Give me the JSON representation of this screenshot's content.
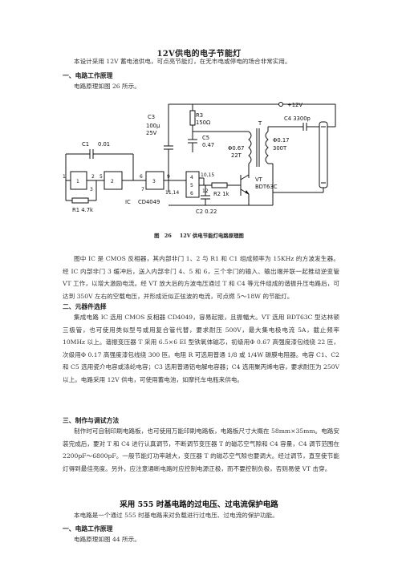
{
  "doc": {
    "title": "12V供电的电子节能灯",
    "intro": "本设计采用 12V 蓄电池供电，可点亮节能灯，在无市电或停电的场合非常实用。",
    "s1_heading": "一、电路工作原理",
    "s1_line": "电路原理如图 26 所示。",
    "figure_caption_num": "图　26",
    "figure_caption_text": "12V 供电节能灯电路原理图",
    "para1": "图中 IC 是 CMOS 反相器，其内部非门 1、2 与 R1 和 C1 组成频率为 15KHz 的方波发生器。经 IC 内部非门 3 缓冲后，送入内部非门 4、5 和 6，三个非门的输入、输出端并联一起推动逆变管 VT 工作，以增大激励电流。经 VT 放大后的方波电压通过 T 和 C4 等元件组成的谐振升压电路后，可达到 350V 左右的空载电压，并形成近似正弦波的电流，可点燃 5～18W 的节能灯。",
    "s2_heading": "二、元器件选择",
    "para2": "集成电路 IC 选用 CMOS 反相器 CD4049，容易起振，且振幅大。VT 选用 BDT63C 型达林顿三极管，也可使用类似型号或用复合管代替，要求耐压 500V，最大集电极电流 5A，截止频率 10MHz 以上。谐振变压器 T 采用 6.5×6 EI 型铁氧体磁芯，初级用Φ 0.67 高强度漆包线绕 22 匝，次级用Φ 0.17 高强度漆包线绕 300 匝。电阻 R 可选用普通 1/8 或 1/4W 碳膜电阻器。电容 C1、C2 和 C5 选用瓷介电容或涤纶电容；C3 选用普通铝电解电容器；C4 选用聚丙烯电容，要求耐压为 250V 以上。电路采用 12V 供电，可使用蓄电池，如摩托车电瓶来供电。",
    "s3_heading": "三、制作与调试方法",
    "para3": "制作时可自制印刷电路板，也可使用万能印刷电路板，电路板尺寸大概在 58mm×35mm。电路安装完成后，要对 T 和 C4 进行认真调节，不断调节变压器 T 的磁芯空气隙和 C4 容量，C4 调节范围在 2200pF～6800pF。一般节能灯功率越大，变压器 T 的磁芯空气隙也要调大。经过调节，直至使节能灯得到最佳亮度。另外，应注意通断电路时应控制电源正极，而不要控制负极，否则易使 VT 击穿。",
    "title2": "采用 555 时基电路的过电压、过电流保护电路",
    "intro2": "本电路是一个通过 555 时基电路来对负载进行过电压、过电流的保护功能。",
    "s1b_heading": "一、电路工作原理",
    "s1b_line": "电路原理如图 44 所示。"
  },
  "circuit": {
    "labels": {
      "c1": "C1",
      "c1_val": "0.01",
      "r1": "R1 4.7k",
      "ic": "IC",
      "ic_part": "CD4049",
      "r3": "R3",
      "r3_val": "150Ω",
      "c3": "C3",
      "c3_val1": "100μ",
      "c3_val2": "25V",
      "c5": "C5",
      "c5_val": "0.47",
      "t_pri": "Φ0.67",
      "t_pri_turns": "22T",
      "t": "T",
      "t_sec": "Φ0.17",
      "t_sec_turns": "300T",
      "c4": "C4 3300p",
      "vcc": "+12V",
      "vt": "VT",
      "vt_part": "BDT63C",
      "r2": "R2 1k",
      "c2": "C2 0.22",
      "pins_1": "1",
      "pins_2": "2",
      "pins_3": "3",
      "pins_5": "5",
      "pins_6": "6",
      "pins_7": "7",
      "pins_9": "9",
      "pins_10": "10,15",
      "pins_11": "11,14",
      "pins_12": "12",
      "gate_1": "1",
      "gate_2": "2",
      "gate_3": "3",
      "gate_4": "4",
      "gate_5": "5",
      "gate_6": "6"
    }
  }
}
